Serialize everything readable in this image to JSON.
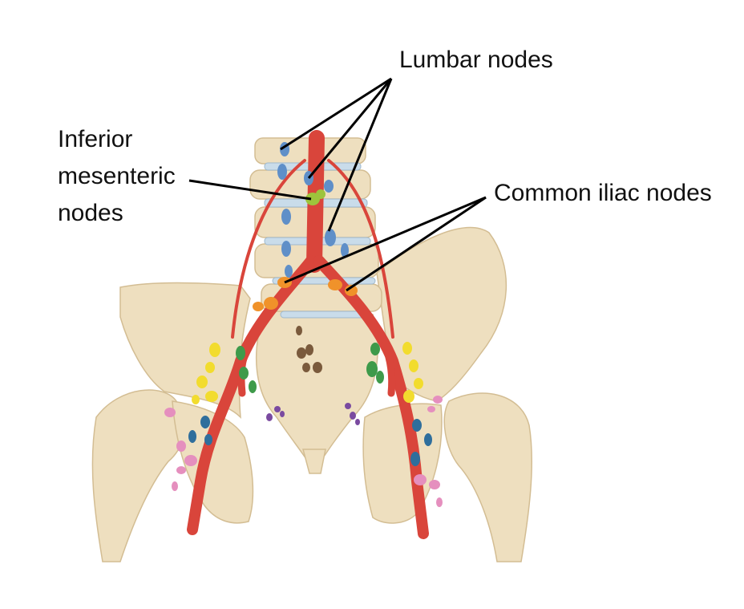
{
  "labels": {
    "lumbar": "Lumbar nodes",
    "inferior_mesenteric": [
      "Inferior",
      "mesenteric",
      "nodes"
    ],
    "common_iliac": "Common iliac nodes"
  },
  "colors": {
    "bone": "#eedfbf",
    "bone_shade": "#d9c49b",
    "cartilage": "#c9dcea",
    "artery": "#d9453b",
    "artery_dark": "#a92a24",
    "lumbar_nodes": "#5f8fc8",
    "inferior_mesenteric_nodes": "#9dc43c",
    "common_iliac_nodes": "#f0922a",
    "sacral_nodes": "#7a5a3c",
    "internal_iliac_nodes": "#3e9a4a",
    "external_iliac_nodes": "#f2dc2e",
    "inguinal_deep_nodes": "#2f6e9c",
    "inguinal_superficial_nodes": "#e58fbe",
    "obturator_nodes": "#7a4aa0",
    "leader_line": "#000000"
  }
}
